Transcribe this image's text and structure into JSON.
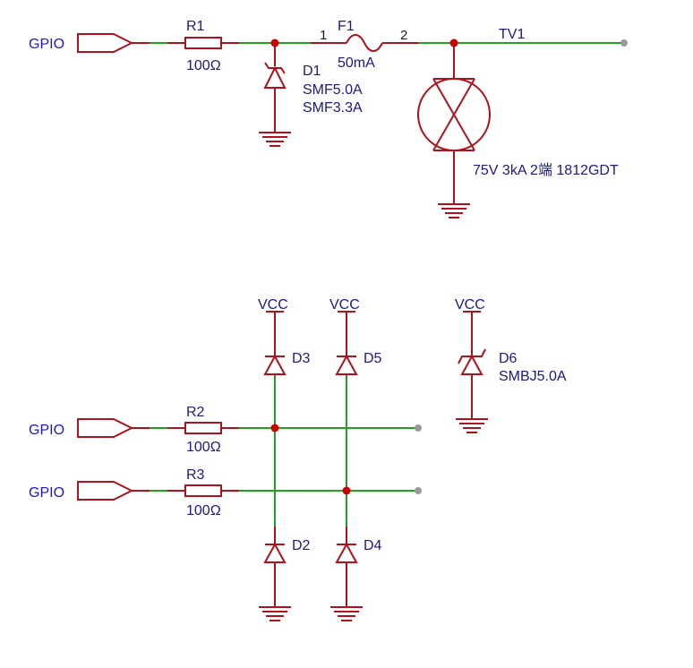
{
  "gpio_ports": [
    "GPIO",
    "GPIO",
    "GPIO"
  ],
  "resistors": [
    {
      "ref": "R1",
      "value": "100Ω"
    },
    {
      "ref": "R2",
      "value": "100Ω"
    },
    {
      "ref": "R3",
      "value": "100Ω"
    }
  ],
  "d1": {
    "ref": "D1",
    "part_a": "SMF5.0A",
    "part_b": "SMF3.3A"
  },
  "fuse": {
    "ref": "F1",
    "value": "50mA",
    "pin1": "1",
    "pin2": "2"
  },
  "net_label": "TV1",
  "gdt": {
    "value": "75V 3kA 2端 1812GDT"
  },
  "vcc_label": "VCC",
  "diodes": {
    "d2": "D2",
    "d3": "D3",
    "d4": "D4",
    "d5": "D5"
  },
  "d6": {
    "ref": "D6",
    "value": "SMBJ5.0A"
  },
  "colors": {
    "wire": "#1fa31f",
    "component": "#b0121b",
    "junction": "#cc0000",
    "net_label": "#1a1ad0"
  }
}
